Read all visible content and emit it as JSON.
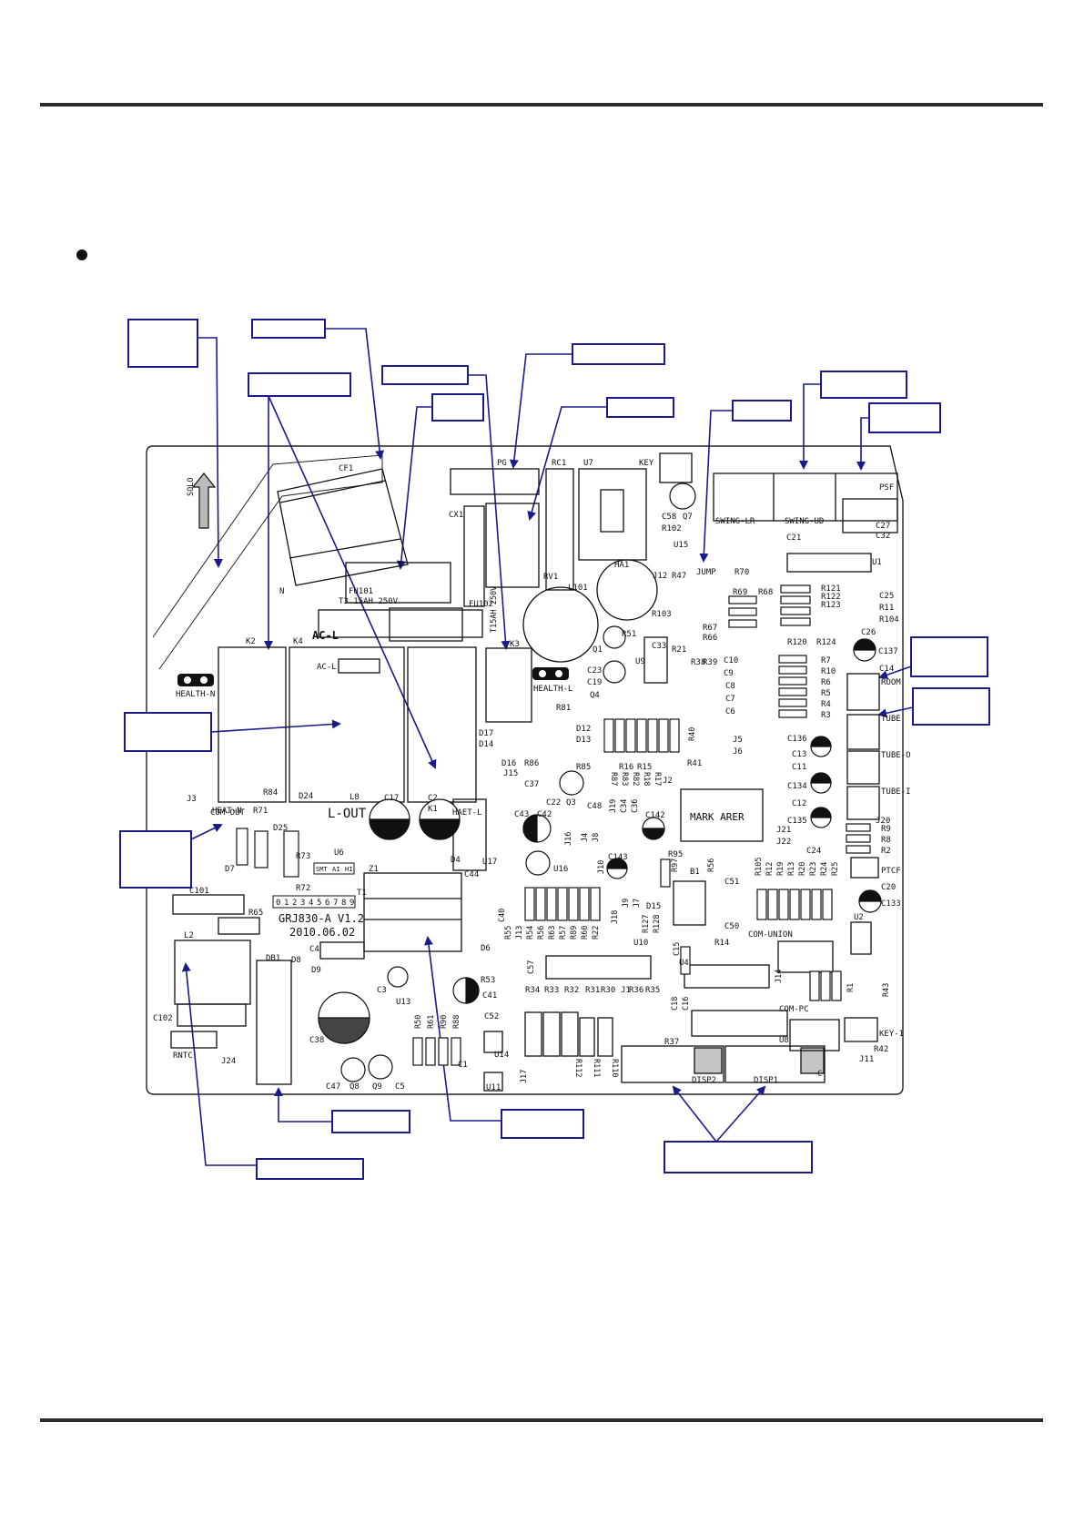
{
  "board": {
    "model": "GRJ830-A V1.2",
    "date": "2010.06.02",
    "mark": "MARK ARER",
    "options": [
      "SMT",
      "AI",
      "HI"
    ],
    "jumper_digits": [
      "0",
      "1",
      "2",
      "3",
      "4",
      "5",
      "6",
      "7",
      "8",
      "9"
    ],
    "fuse1": "T3.15AH 250V",
    "fuse2": "T15AH 250V"
  },
  "labels": {
    "cf1": "CF1",
    "pg": "PG",
    "rc1": "RC1",
    "u7": "U7",
    "key": "KEY",
    "swing_lr": "SWING-LR",
    "swing_ud": "SWING-UD",
    "psf": "PSF",
    "c27": "C27",
    "c32": "C32",
    "cx1": "CX1",
    "rv1": "RV1",
    "c58": "C58",
    "q7": "Q7",
    "r102": "R102",
    "u15": "U15",
    "c21": "C21",
    "fu101": "FU101",
    "fu102": "FU102",
    "l101": "L101",
    "ha1": "HA1",
    "j12": "J12",
    "r47": "R47",
    "jump": "JUMP",
    "r70": "R70",
    "u1": "U1",
    "r69": "R69",
    "r68": "R68",
    "r121": "R121",
    "r122": "R122",
    "r123": "R123",
    "c25": "C25",
    "r11": "R11",
    "r104": "R104",
    "r67": "R67",
    "r66": "R66",
    "r120": "R120",
    "r124": "R124",
    "c26": "C26",
    "n": "N",
    "k2": "K2",
    "k4": "K4",
    "ac_l": "AC-L",
    "ac_l2": "AC-L",
    "k3": "K3",
    "r103": "R103",
    "r51": "R51",
    "q1": "Q1",
    "c33": "C33",
    "r21": "R21",
    "r38": "R38",
    "r39": "R39",
    "c10": "C10",
    "c9": "C9",
    "c8": "C8",
    "c7": "C7",
    "c6": "C6",
    "r7": "R7",
    "r10": "R10",
    "r6": "R6",
    "r5": "R5",
    "r4": "R4",
    "r3": "R3",
    "c137": "C137",
    "c14": "C14",
    "room": "ROOM",
    "tube": "TUBE",
    "health_n": "HEALTH-N",
    "health_l": "HEALTH-L",
    "c23": "C23",
    "c19": "C19",
    "q4": "Q4",
    "u9": "U9",
    "r81": "R81",
    "d12": "D12",
    "d13": "D13",
    "d17": "D17",
    "d14": "D14",
    "d16": "D16",
    "r86": "R86",
    "r85": "R85",
    "j15": "J15",
    "r87": "R87",
    "r83": "R83",
    "r82": "R82",
    "r18": "R18",
    "r17": "R17",
    "r16": "R16",
    "r15": "R15",
    "r40": "R40",
    "r41": "R41",
    "j2": "J2",
    "j5": "J5",
    "j6": "J6",
    "heat_n": "HEAT-N",
    "k1": "K1",
    "haet_l": "HAET-L",
    "l_out": "L-OUT",
    "c136": "C136",
    "c13": "C13",
    "c11": "C11",
    "c134": "C134",
    "c12": "C12",
    "c135": "C135",
    "tube_o": "TUBE-O",
    "tube_i": "TUBE-I",
    "j3": "J3",
    "r84": "R84",
    "r71": "R71",
    "d24": "D24",
    "com_out": "COM-OUT",
    "l8": "L8",
    "c17": "C17",
    "c2": "C2",
    "u17": "U17",
    "u6": "U6",
    "d25": "D25",
    "d7": "D7",
    "r73": "R73",
    "r72": "R72",
    "c37": "C37",
    "c22": "C22",
    "q3": "Q3",
    "c48": "C48",
    "j19": "J19",
    "c34": "C34",
    "c36": "C36",
    "c43": "C43",
    "c42": "C42",
    "j16": "J16",
    "j4": "J4",
    "j8": "J8",
    "c142": "C142",
    "u16": "U16",
    "j21": "J21",
    "j22": "J22",
    "c24": "C24",
    "r9": "R9",
    "r8": "R8",
    "r2": "R2",
    "j20": "J20",
    "ptcf": "PTCF",
    "c101": "C101",
    "t1": "T1",
    "z1": "Z1",
    "d4": "D4",
    "c44": "C44",
    "c143": "C143",
    "j10": "J10",
    "r95": "R95",
    "r97": "R97",
    "b1": "B1",
    "r56b": "R56",
    "c51": "C51",
    "c50": "C50",
    "r105": "R105",
    "r12": "R12",
    "r19": "R19",
    "r13": "R13",
    "r20": "R20",
    "r23": "R23",
    "r24": "R24",
    "r25": "R25",
    "c20": "C20",
    "c133": "C133",
    "u2": "U2",
    "r65": "R65",
    "c40": "C40",
    "r55": "R55",
    "j13": "J13",
    "r54": "R54",
    "r56": "R56",
    "r63": "R63",
    "r57": "R57",
    "r89": "R89",
    "r60": "R60",
    "r22": "R22",
    "d15": "D15",
    "j9": "J9",
    "j7": "J7",
    "j18": "J18",
    "r127": "R127",
    "r128": "R128",
    "u10": "U10",
    "c15": "C15",
    "r14": "R14",
    "com_union": "COM-UNION",
    "l2": "L2",
    "db1": "DB1",
    "d8": "D8",
    "c4": "C4",
    "d9": "D9",
    "c3": "C3",
    "u13": "U13",
    "d6": "D6",
    "r53": "R53",
    "c41": "C41",
    "c57": "C57",
    "u4": "U4",
    "j14": "J14",
    "r43": "R43",
    "r1": "R1",
    "c102": "C102",
    "c38": "C38",
    "r34": "R34",
    "r33": "R33",
    "r32": "R32",
    "r31": "R31",
    "r30": "R30",
    "j1": "J1",
    "r36": "R36",
    "r35": "R35",
    "c18": "C18",
    "c16": "C16",
    "com_pc": "COM-PC",
    "key1": "KEY-1",
    "c52": "C52",
    "rntc": "RNTC",
    "j24": "J24",
    "r50": "R50",
    "r61": "R61",
    "r90": "R90",
    "r88": "R88",
    "c1": "C1",
    "u14": "U14",
    "j17": "J17",
    "r112": "R112",
    "r111": "R111",
    "r110": "R110",
    "r37": "R37",
    "u8": "U8",
    "j11": "J11",
    "r42": "R42",
    "c47": "C47",
    "q8": "Q8",
    "q9": "Q9",
    "c5": "C5",
    "u11": "U11",
    "disp2": "DISP2",
    "disp1": "DISP1",
    "solo": "SOLO",
    "c_b": "C"
  }
}
